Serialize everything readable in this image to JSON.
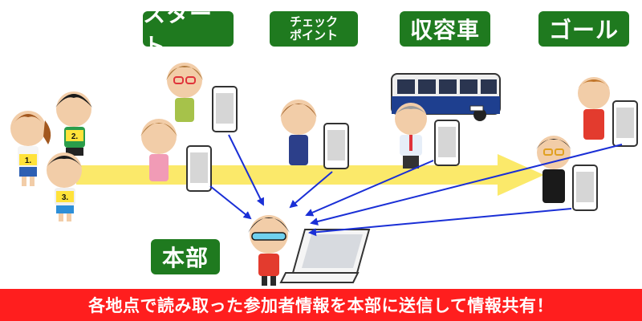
{
  "labels": {
    "start": "スタート",
    "checkpoint_line1": "チェック",
    "checkpoint_line2": "ポイント",
    "bus": "収容車",
    "goal": "ゴール",
    "hq": "本部"
  },
  "runner_bibs": [
    "1.",
    "2.",
    "3."
  ],
  "banner": "各地点で読み取った参加者情報を本部に送信して情報共有！",
  "colors": {
    "label_green": "#1f7a1f",
    "banner_red": "#ff1e1e",
    "arrow_yellow": "#fbe96a",
    "link_blue": "#1a2fd6"
  }
}
